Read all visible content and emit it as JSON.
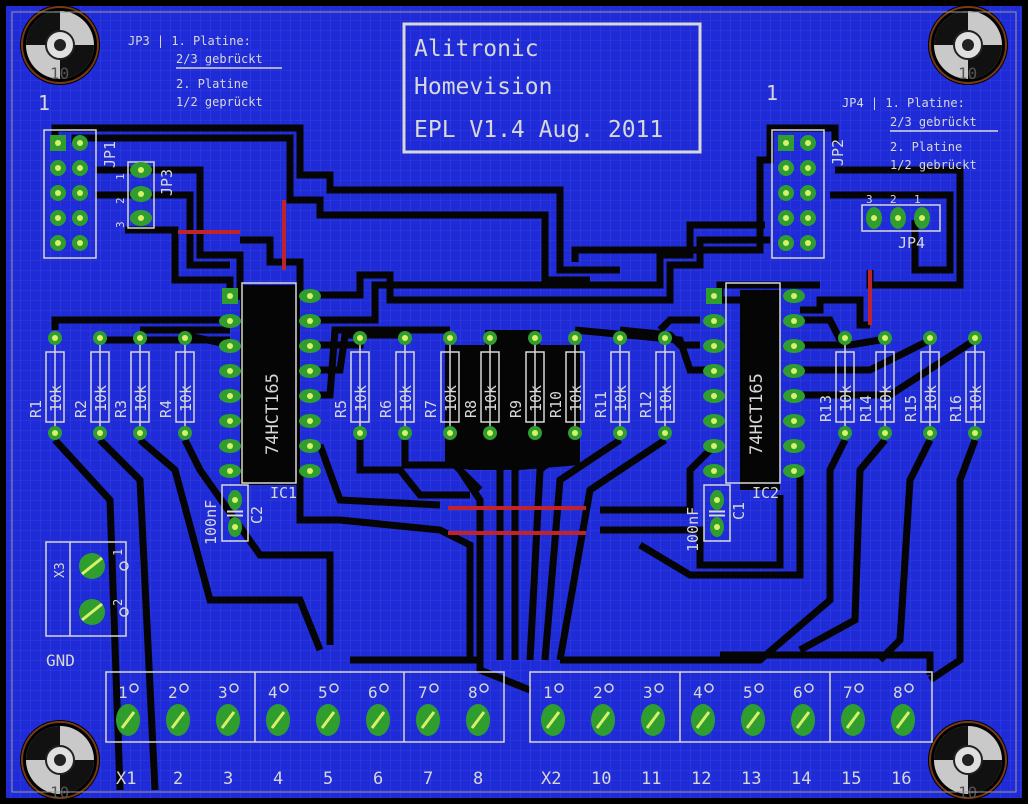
{
  "title_block": {
    "line1": "Alitronic",
    "line2": "Homevision",
    "line3": "EPL V1.4 Aug. 2011"
  },
  "jumper_notes": {
    "left": {
      "line1": "JP3 | 1. Platine:",
      "line2": "2/3 gebrückt",
      "line3": "2. Platine",
      "line4": "1/2 geprückt"
    },
    "right": {
      "line1": "JP4 | 1. Platine:",
      "line2": "2/3 gebrückt",
      "line3": "2. Platine",
      "line4": "1/2 gebrückt"
    }
  },
  "pin_markers": {
    "left": "1",
    "right": "1"
  },
  "jumpers": {
    "jp1": "JP1",
    "jp2": "JP2",
    "jp3": "JP3",
    "jp4": "JP4",
    "jp3_pins": [
      "1",
      "2",
      "3"
    ],
    "jp4_pins": [
      "3",
      "2",
      "1"
    ]
  },
  "ics": {
    "ic1": {
      "name": "IC1",
      "type": "74HCT165"
    },
    "ic2": {
      "name": "IC2",
      "type": "74HCT165"
    }
  },
  "capacitors": {
    "c1": {
      "name": "C1",
      "value": "100nF"
    },
    "c2": {
      "name": "C2",
      "value": "100nF"
    }
  },
  "resistors": [
    {
      "name": "R1",
      "value": "10k"
    },
    {
      "name": "R2",
      "value": "10k"
    },
    {
      "name": "R3",
      "value": "10k"
    },
    {
      "name": "R4",
      "value": "10k"
    },
    {
      "name": "R5",
      "value": "10k"
    },
    {
      "name": "R6",
      "value": "10k"
    },
    {
      "name": "R7",
      "value": "10k"
    },
    {
      "name": "R8",
      "value": "10k"
    },
    {
      "name": "R9",
      "value": "10k"
    },
    {
      "name": "R10",
      "value": "10k"
    },
    {
      "name": "R11",
      "value": "10k"
    },
    {
      "name": "R12",
      "value": "10k"
    },
    {
      "name": "R13",
      "value": "10k"
    },
    {
      "name": "R14",
      "value": "10k"
    },
    {
      "name": "R15",
      "value": "10k"
    },
    {
      "name": "R16",
      "value": "10k"
    }
  ],
  "x3": {
    "name": "X3",
    "pin1": "1",
    "pin2": "2",
    "gnd": "GND"
  },
  "connector_x1": {
    "top_pins": [
      "1",
      "2",
      "3",
      "4",
      "5",
      "6",
      "7",
      "8"
    ],
    "bottom_labels": [
      "X1",
      "2",
      "3",
      "4",
      "5",
      "6",
      "7",
      "8"
    ]
  },
  "connector_x2": {
    "top_pins": [
      "1",
      "2",
      "3",
      "4",
      "5",
      "6",
      "7",
      "8"
    ],
    "bottom_labels": [
      "X2",
      "10",
      "11",
      "12",
      "13",
      "14",
      "15",
      "16"
    ]
  },
  "mounting_hole_label": "10",
  "colors": {
    "board": "#1e2bd6",
    "grid": "#3a4ae8",
    "trace": "#050505",
    "pad": "#2f9e2f",
    "drill": "#d9f06a",
    "silk": "#d8d8d8",
    "wire": "#c0242a"
  }
}
